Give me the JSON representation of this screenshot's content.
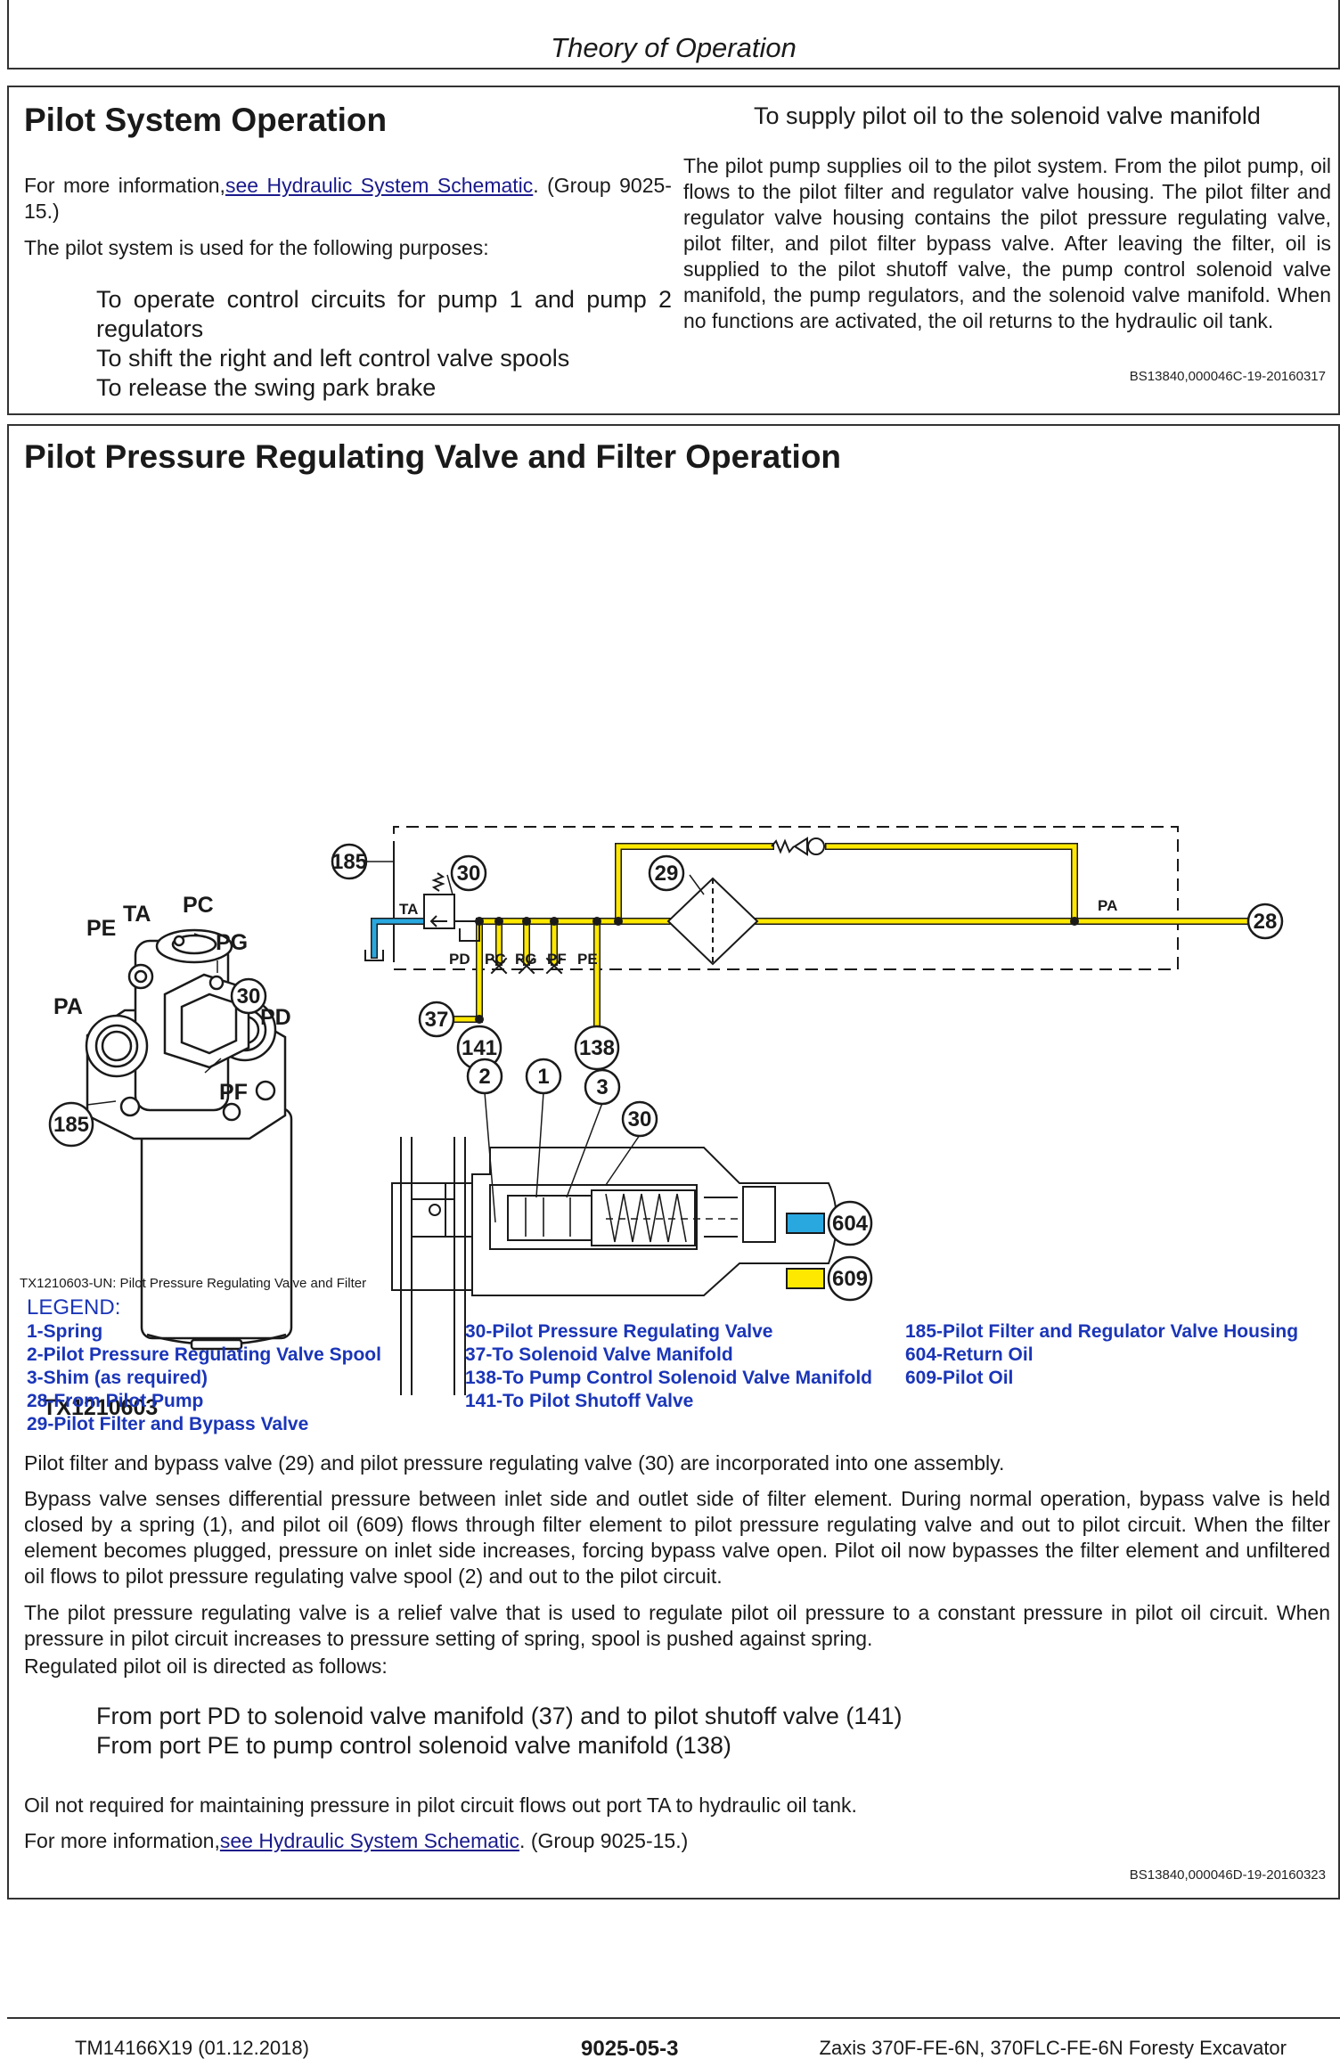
{
  "header": {
    "title": "Theory of Operation"
  },
  "sec1": {
    "title": "Pilot System Operation",
    "info_prefix": "For more information,",
    "info_link": "see Hydraulic System Schematic",
    "info_suffix": ". (Group 9025-15.)",
    "purposes_intro": "The pilot system is used for the following purposes:",
    "purposes": [
      "To operate control circuits for pump 1 and pump 2 regulators",
      "To shift the right and left control valve spools",
      "To release the swing park brake"
    ],
    "right_heading": "To supply pilot oil to the solenoid valve manifold",
    "right_body": "The pilot pump supplies oil to the pilot system. From the pilot pump, oil flows to the pilot filter and regulator valve housing. The pilot filter and regulator valve housing contains the pilot pressure regulating valve, pilot filter, and pilot filter bypass valve. After leaving the filter, oil is supplied to the pilot shutoff valve, the pump control solenoid valve manifold, the pump regulators, and the solenoid valve manifold. When no functions are activated, the oil returns to the hydraulic oil tank.",
    "ref": "BS13840,000046C-19-20160317"
  },
  "sec2": {
    "title": "Pilot Pressure Regulating Valve and Filter Operation",
    "figure": {
      "id": "TX1210603",
      "caption": "TX1210603-UN: Pilot Pressure Regulating Valve and Filter",
      "port_labels": {
        "ta": "TA",
        "pc": "PC",
        "pe": "PE",
        "pg": "PG",
        "pa": "PA",
        "pd": "PD",
        "pf": "PF"
      },
      "callouts": {
        "c185": "185",
        "c30": "30",
        "c29": "29",
        "c28": "28",
        "c37": "37",
        "c141": "141",
        "c138": "138",
        "c1": "1",
        "c2": "2",
        "c3": "3",
        "c604": "604",
        "c609": "609"
      },
      "colors": {
        "return_oil": "#29a8e0",
        "pilot_oil": "#ffe800",
        "line": "#1a1a1a"
      }
    },
    "legend_title": "LEGEND:",
    "legend_col1": [
      "1-Spring",
      "2-Pilot Pressure Regulating Valve Spool",
      "3-Shim (as required)",
      "28-From Pilot Pump",
      "29-Pilot Filter and Bypass Valve"
    ],
    "legend_col2": [
      "30-Pilot Pressure Regulating Valve",
      "37-To Solenoid Valve Manifold",
      "138-To Pump Control Solenoid Valve Manifold",
      "141-To Pilot Shutoff Valve"
    ],
    "legend_col3": [
      "185-Pilot Filter and Regulator Valve Housing",
      "604-Return Oil",
      "609-Pilot Oil"
    ],
    "p1": "Pilot filter and bypass valve (29) and pilot pressure regulating valve (30) are incorporated into one assembly.",
    "p2": "Bypass valve senses differential pressure between inlet side and outlet side of filter element. During normal operation, bypass valve is held closed by a spring (1), and pilot oil (609) flows through filter element to pilot pressure regulating valve and out to pilot circuit. When the filter element becomes plugged, pressure on inlet side increases, forcing bypass valve open. Pilot oil now bypasses the filter element and unfiltered oil flows to pilot pressure regulating valve spool (2) and out to the pilot circuit.",
    "p3": "The pilot pressure regulating valve is a relief valve that is used to regulate pilot oil pressure to a constant pressure in pilot oil circuit. When pressure in pilot circuit increases to pressure setting of spring, spool is pushed against spring.",
    "p4": "Regulated pilot oil is directed as follows:",
    "routes": [
      "From port PD to solenoid valve manifold (37) and to pilot shutoff valve (141)",
      "From port PE to pump control solenoid valve manifold (138)"
    ],
    "p5": "Oil not required for maintaining pressure in pilot circuit flows out port TA to hydraulic oil tank.",
    "info_prefix": "For more information,",
    "info_link": "see Hydraulic System Schematic",
    "info_suffix": ". (Group 9025-15.)",
    "ref": "BS13840,000046D-19-20160323"
  },
  "footer": {
    "left": "TM14166X19 (01.12.2018)",
    "center": "9025-05-3",
    "right": "Zaxis 370F-FE-6N, 370FLC-FE-6N Foresty Excavator"
  }
}
